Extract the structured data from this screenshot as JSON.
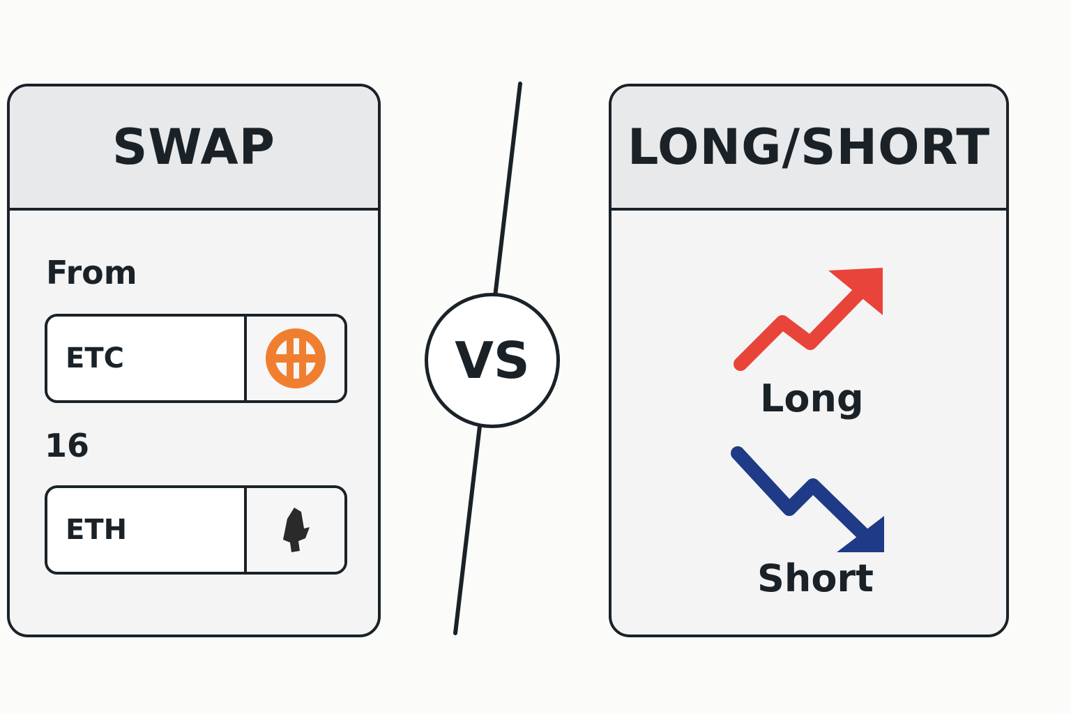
{
  "swap": {
    "title": "SWAP",
    "from_label": "From",
    "from_token": {
      "symbol": "ETC",
      "icon": "orange-coin-icon",
      "color": "#ef7f2f"
    },
    "amount": "16",
    "to_token": {
      "symbol": "ETH",
      "icon": "ethereum-icon"
    }
  },
  "divider": {
    "label": "VS"
  },
  "long_short": {
    "title": "LONG/SHORT",
    "long": {
      "label": "Long",
      "icon": "trend-up-arrow-icon",
      "color": "#e8443a"
    },
    "short": {
      "label": "Short",
      "icon": "trend-down-arrow-icon",
      "color": "#1f3a86"
    }
  }
}
